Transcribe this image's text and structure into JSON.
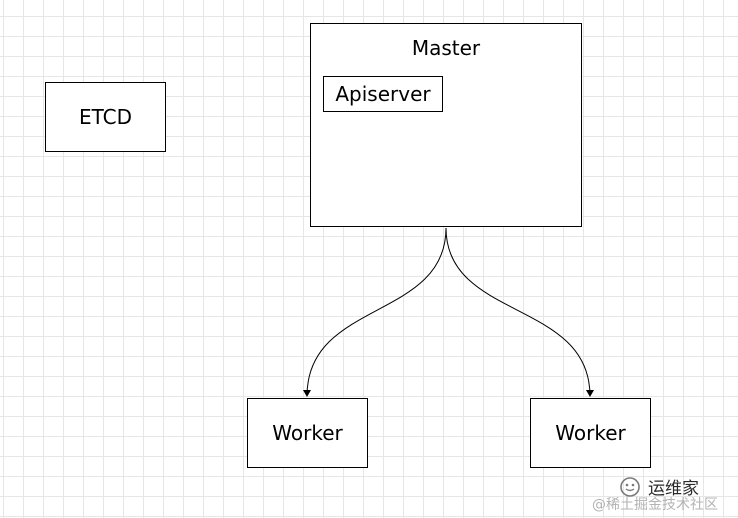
{
  "nodes": {
    "etcd": "ETCD",
    "master": "Master",
    "apiserver": "Apiserver",
    "worker_left": "Worker",
    "worker_right": "Worker"
  },
  "edges": [
    {
      "from": "master",
      "to": "worker_left",
      "style": "curved-arrow"
    },
    {
      "from": "master",
      "to": "worker_right",
      "style": "curved-arrow"
    }
  ],
  "watermark": {
    "brand": "运维家",
    "site": "@稀土掘金技术社区",
    "icon": "wechat-bubble-icon"
  },
  "colors": {
    "grid": "#e6e6e6",
    "stroke": "#000000",
    "watermark_site": "#b3b3b3"
  }
}
